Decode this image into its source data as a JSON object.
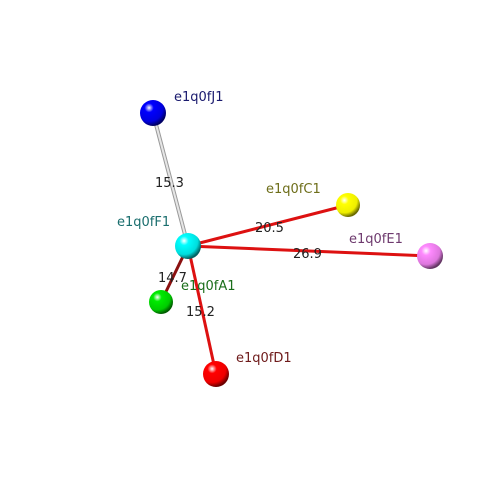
{
  "nodes": [
    {
      "id": "e1q0fJ1",
      "label": "e1q0fJ1",
      "color": "#0000dd",
      "label_color": "#1a1a6e"
    },
    {
      "id": "e1q0fF1",
      "label": "e1q0fF1",
      "color": "#00dddd",
      "label_color": "#1a6e6e"
    },
    {
      "id": "e1q0fC1",
      "label": "e1q0fC1",
      "color": "#eeee00",
      "label_color": "#6e6e1a"
    },
    {
      "id": "e1q0fE1",
      "label": "e1q0fE1",
      "color": "#dd77dd",
      "label_color": "#6e3a6e"
    },
    {
      "id": "e1q0fA1",
      "label": "e1q0fA1",
      "color": "#00cc00",
      "label_color": "#1a6e1a"
    },
    {
      "id": "e1q0fD1",
      "label": "e1q0fD1",
      "color": "#ee0000",
      "label_color": "#6e1a1a"
    }
  ],
  "edges": [
    {
      "from": "e1q0fF1",
      "to": "e1q0fJ1",
      "label": "15.3",
      "color": "#cccccc"
    },
    {
      "from": "e1q0fF1",
      "to": "e1q0fC1",
      "label": "20.5",
      "color": "#dd1111"
    },
    {
      "from": "e1q0fF1",
      "to": "e1q0fE1",
      "label": "26.9",
      "color": "#dd1111"
    },
    {
      "from": "e1q0fF1",
      "to": "e1q0fA1",
      "label": "14.7",
      "color": "#8b1010"
    },
    {
      "from": "e1q0fF1",
      "to": "e1q0fD1",
      "label": "15.2",
      "color": "#dd1111"
    }
  ]
}
